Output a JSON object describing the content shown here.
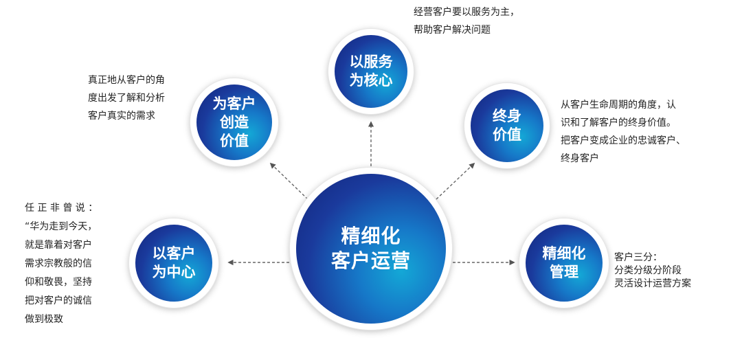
{
  "center": {
    "label": "精细化\n客户运营"
  },
  "nodes": {
    "service": {
      "label": "以服务\n为核心",
      "note": "经营客户要以服务为主，\n帮助客户解决问题"
    },
    "value": {
      "label": "为客户\n创造\n价值",
      "note": "真正地从客户的角\n度出发了解和分析\n客户真实的需求"
    },
    "lifetime": {
      "label": "终身\n价值",
      "note": "从客户生命周期的角度，认\n识和了解客户的终身价值。\n把客户变成企业的忠诚客户、\n终身客户"
    },
    "customer_centric": {
      "label": "以客户\n为中心",
      "note": "任 正 非 曾 说 ：\n“华为走到今天，\n就是靠着对客户\n需求宗教般的信\n仰和敬畏，坚持\n把对客户的诚信\n做到极致"
    },
    "management": {
      "label": "精细化\n管理",
      "note": "客户三分：\n分类分级分阶段\n灵活设计运营方案"
    }
  }
}
